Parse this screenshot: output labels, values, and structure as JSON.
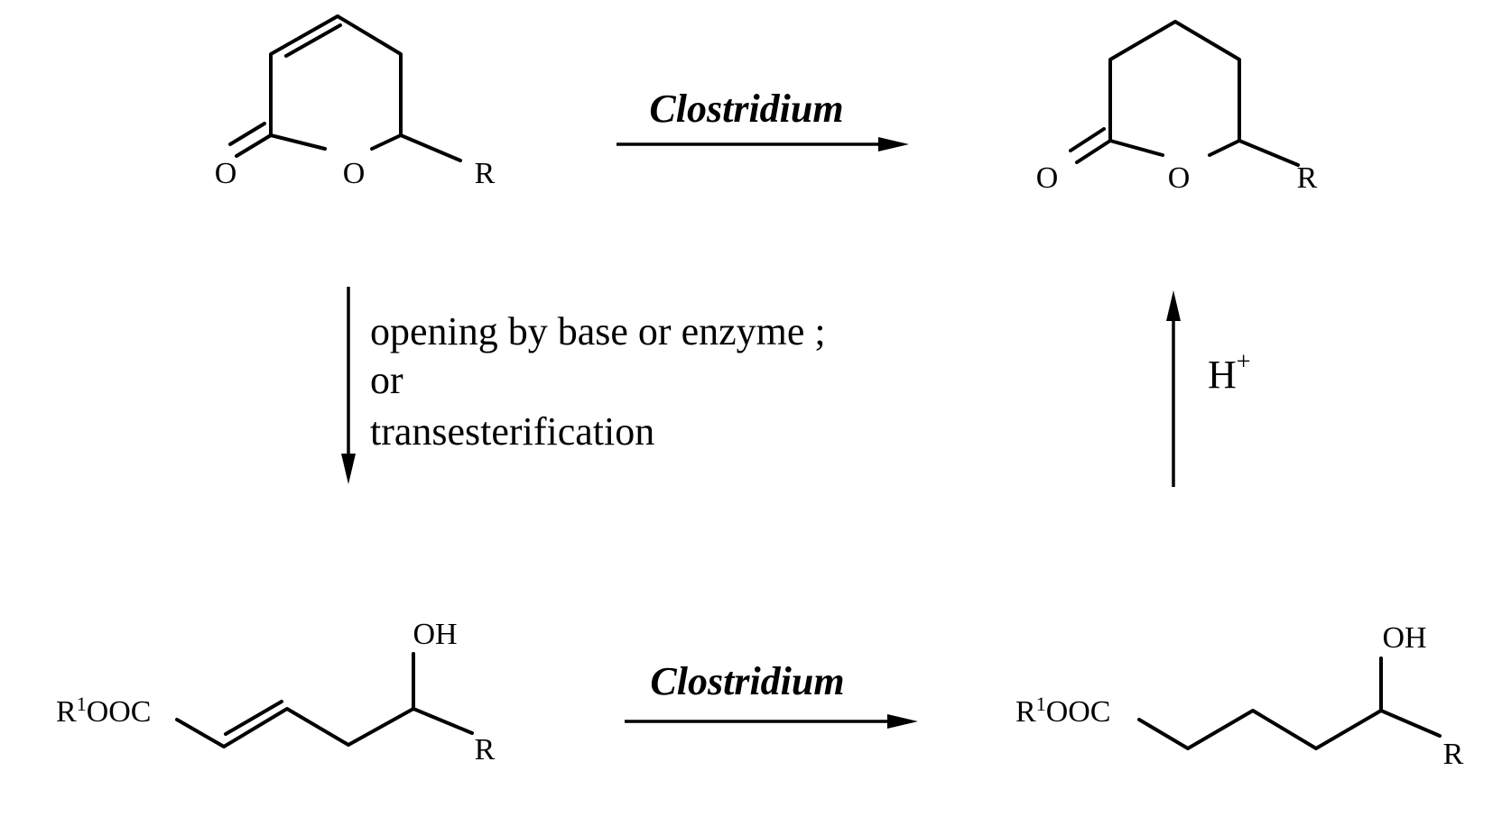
{
  "colors": {
    "ink": "#000000",
    "background": "#ffffff"
  },
  "reactions": {
    "top": {
      "catalyst": "Clostridium"
    },
    "bottom": {
      "catalyst": "Clostridium"
    },
    "left": {
      "line1": "opening by base or enzyme ;",
      "line2": "or",
      "line3": "transesterification"
    },
    "right": {
      "reagent": "H",
      "reagent_charge": "+"
    }
  },
  "molecules": {
    "unsaturated_lactone": {
      "carbonyl_o": "O",
      "ring_o": "O",
      "substituent": "R"
    },
    "saturated_lactone": {
      "carbonyl_o": "O",
      "ring_o": "O",
      "substituent": "R"
    },
    "unsaturated_ester": {
      "ester_prefix": "R",
      "ester_superscript": "1",
      "ester_suffix": "OOC",
      "hydroxyl": "OH",
      "substituent": "R"
    },
    "saturated_ester": {
      "ester_prefix": "R",
      "ester_superscript": "1",
      "ester_suffix": "OOC",
      "hydroxyl": "OH",
      "substituent": "R"
    }
  }
}
